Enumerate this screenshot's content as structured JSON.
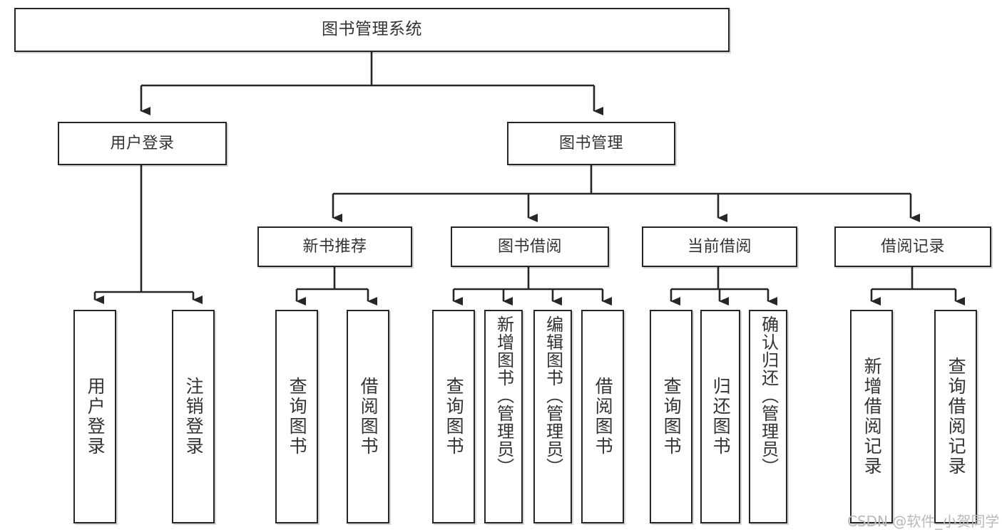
{
  "diagram": {
    "title": "图书管理系统",
    "type": "tree",
    "root": {
      "id": "root",
      "label": "图书管理系统"
    },
    "level2": [
      {
        "id": "user-login",
        "label": "用户登录"
      },
      {
        "id": "book-manage",
        "label": "图书管理"
      }
    ],
    "level3": [
      {
        "id": "new-book-recommend",
        "label": "新书推荐",
        "parent": "book-manage"
      },
      {
        "id": "book-borrow",
        "label": "图书借阅",
        "parent": "book-manage"
      },
      {
        "id": "current-borrow",
        "label": "当前借阅",
        "parent": "book-manage"
      },
      {
        "id": "borrow-record",
        "label": "借阅记录",
        "parent": "book-manage"
      }
    ],
    "leaves": [
      {
        "id": "leaf-user-login",
        "label": "用户登录",
        "parent": "user-login"
      },
      {
        "id": "leaf-logout",
        "label": "注销登录",
        "parent": "user-login"
      },
      {
        "id": "leaf-query-book-1",
        "label": "查询图书",
        "parent": "new-book-recommend"
      },
      {
        "id": "leaf-borrow-book-1",
        "label": "借阅图书",
        "parent": "new-book-recommend"
      },
      {
        "id": "leaf-query-book-2",
        "label": "查询图书",
        "parent": "book-borrow"
      },
      {
        "id": "leaf-add-book",
        "label": "新增图书（管理员）",
        "parent": "book-borrow"
      },
      {
        "id": "leaf-edit-book",
        "label": "编辑图书（管理员）",
        "parent": "book-borrow"
      },
      {
        "id": "leaf-borrow-book-2",
        "label": "借阅图书",
        "parent": "book-borrow"
      },
      {
        "id": "leaf-query-book-3",
        "label": "查询图书",
        "parent": "current-borrow"
      },
      {
        "id": "leaf-return-book",
        "label": "归还图书",
        "parent": "current-borrow"
      },
      {
        "id": "leaf-confirm-return",
        "label": "确认归还（管理员）",
        "parent": "current-borrow"
      },
      {
        "id": "leaf-add-record",
        "label": "新增借阅记录",
        "parent": "borrow-record"
      },
      {
        "id": "leaf-query-record",
        "label": "查询借阅记录",
        "parent": "borrow-record"
      }
    ],
    "watermark": "CSDN @软件_小贺同学",
    "colors": {
      "box_border": "#262626",
      "box_fill": "#ffffff",
      "text": "#333333",
      "connector": "#262626",
      "watermark": "#b9b9b9",
      "background": "#ffffff"
    }
  }
}
